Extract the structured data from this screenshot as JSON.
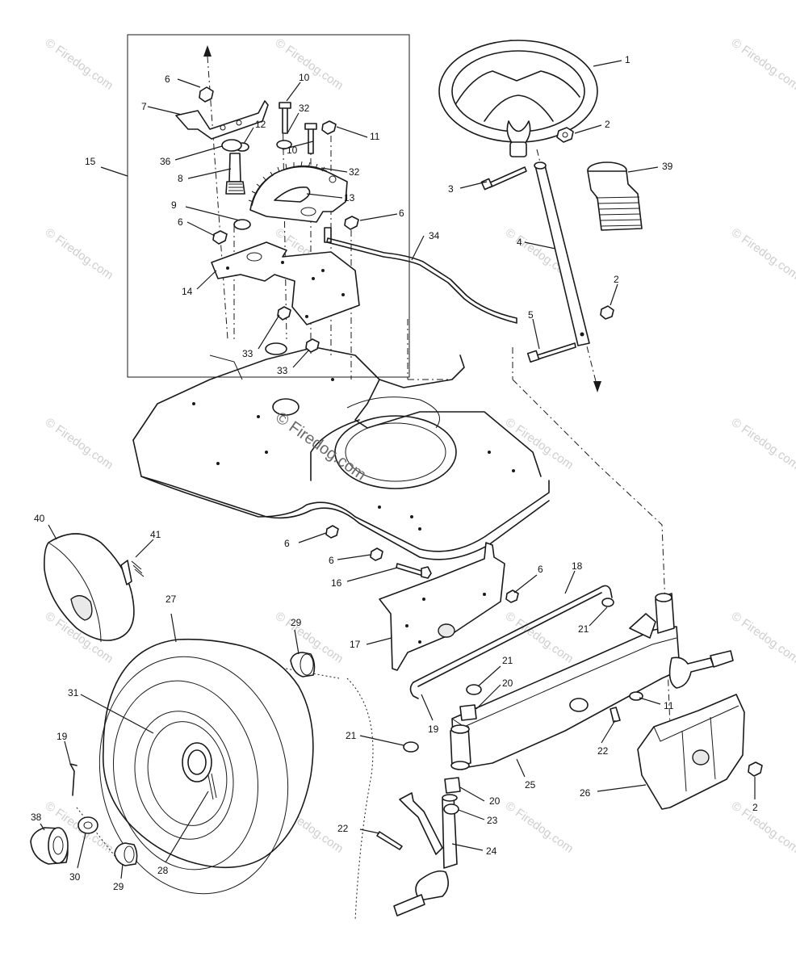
{
  "watermark": {
    "text": "© Firedog.com"
  },
  "callouts": [
    {
      "id": "c1",
      "label": "1"
    },
    {
      "id": "c2a",
      "label": "2"
    },
    {
      "id": "c3",
      "label": "3"
    },
    {
      "id": "c4",
      "label": "4"
    },
    {
      "id": "c39",
      "label": "39"
    },
    {
      "id": "c2b",
      "label": "2"
    },
    {
      "id": "c5",
      "label": "5"
    },
    {
      "id": "c6a",
      "label": "6"
    },
    {
      "id": "c7",
      "label": "7"
    },
    {
      "id": "c10a",
      "label": "10"
    },
    {
      "id": "c32a",
      "label": "32"
    },
    {
      "id": "c12",
      "label": "12"
    },
    {
      "id": "c11a",
      "label": "11"
    },
    {
      "id": "c36",
      "label": "36"
    },
    {
      "id": "c10b",
      "label": "10"
    },
    {
      "id": "c8",
      "label": "8"
    },
    {
      "id": "c32b",
      "label": "32"
    },
    {
      "id": "c13",
      "label": "13"
    },
    {
      "id": "c9",
      "label": "9"
    },
    {
      "id": "c6b",
      "label": "6"
    },
    {
      "id": "c6c",
      "label": "6"
    },
    {
      "id": "c15",
      "label": "15"
    },
    {
      "id": "c34",
      "label": "34"
    },
    {
      "id": "c14",
      "label": "14"
    },
    {
      "id": "c33a",
      "label": "33"
    },
    {
      "id": "c33b",
      "label": "33"
    },
    {
      "id": "c40",
      "label": "40"
    },
    {
      "id": "c41",
      "label": "41"
    },
    {
      "id": "c6d",
      "label": "6"
    },
    {
      "id": "c6e",
      "label": "6"
    },
    {
      "id": "c16",
      "label": "16"
    },
    {
      "id": "c6f",
      "label": "6"
    },
    {
      "id": "c18",
      "label": "18"
    },
    {
      "id": "c27",
      "label": "27"
    },
    {
      "id": "c29a",
      "label": "29"
    },
    {
      "id": "c21a",
      "label": "21"
    },
    {
      "id": "c17",
      "label": "17"
    },
    {
      "id": "c21b",
      "label": "21"
    },
    {
      "id": "c20a",
      "label": "20"
    },
    {
      "id": "c11b",
      "label": "11"
    },
    {
      "id": "c31",
      "label": "31"
    },
    {
      "id": "c19a",
      "label": "19"
    },
    {
      "id": "c21c",
      "label": "21"
    },
    {
      "id": "c22a",
      "label": "22"
    },
    {
      "id": "c25",
      "label": "25"
    },
    {
      "id": "c26",
      "label": "26"
    },
    {
      "id": "c19b",
      "label": "19"
    },
    {
      "id": "c38",
      "label": "38"
    },
    {
      "id": "c20b",
      "label": "20"
    },
    {
      "id": "c23",
      "label": "23"
    },
    {
      "id": "c2c",
      "label": "2"
    },
    {
      "id": "c22b",
      "label": "22"
    },
    {
      "id": "c24",
      "label": "24"
    },
    {
      "id": "c28",
      "label": "28"
    },
    {
      "id": "c30",
      "label": "30"
    },
    {
      "id": "c29b",
      "label": "29"
    }
  ]
}
